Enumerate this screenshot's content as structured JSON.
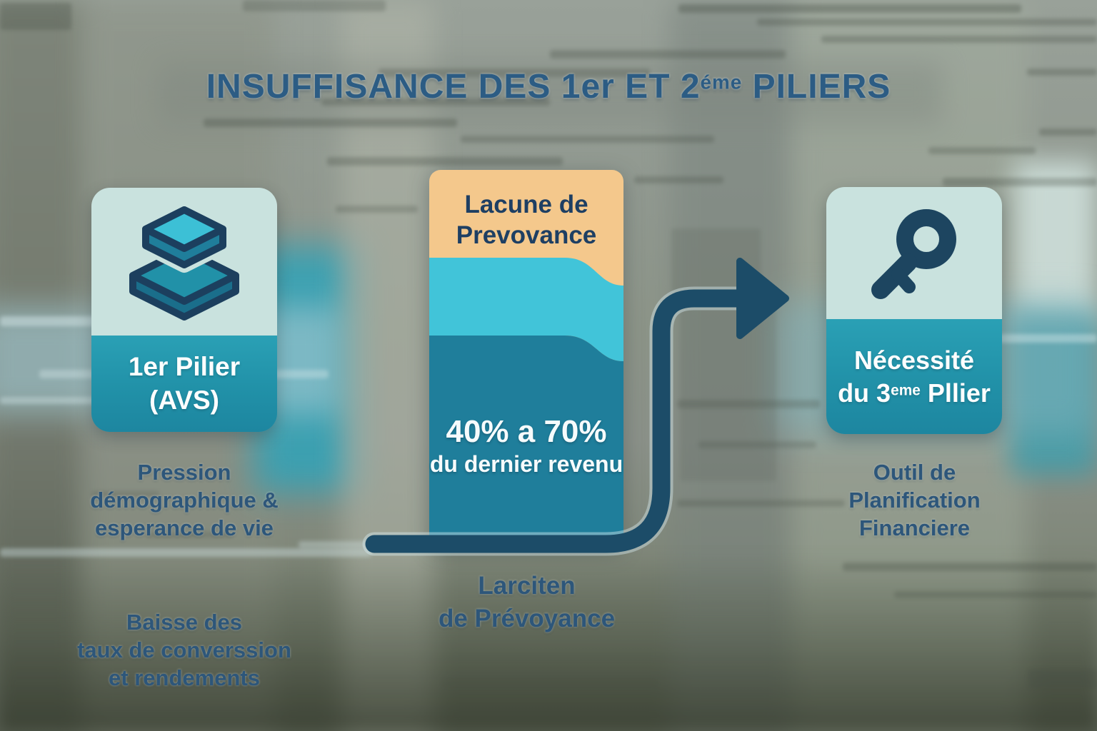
{
  "title": {
    "part1": "INSUFFISANCE DES 1er ET 2",
    "sup": "éme",
    "part2": " PILIERS"
  },
  "left_card": {
    "icon": "layers-icon",
    "line1": "1er Pilier",
    "line2": "(AVS)"
  },
  "left_caption_top": {
    "line1": "Pression",
    "line2": "démographique &",
    "line3": "esperance de vie"
  },
  "left_caption_bottom": {
    "line1": "Baisse des",
    "line2": "taux de converssion",
    "line3": "et rendements"
  },
  "gap_bar": {
    "top_label_line1": "Lacune de",
    "top_label_line2": "Prevovance",
    "pct_label": "40% a 70%",
    "sub_label": "du dernier revenu"
  },
  "gap_caption": {
    "line1": "Larciten",
    "line2": "de Prévoyance"
  },
  "right_card": {
    "icon": "key-icon",
    "line1": "Nécessité",
    "line2_pre": "du 3",
    "line2_sup": "eme",
    "line2_post": " Pllier"
  },
  "right_caption": {
    "line1": "Outil de",
    "line2": "Planification",
    "line3": "Financiere"
  },
  "colors": {
    "navy": "#1c4c68",
    "title_navy": "#2c5c84",
    "card_teal": "#2191a8",
    "card_mint": "#c9e2de",
    "bar_orange": "#f4c88c",
    "bar_cyan": "#41c4d9",
    "bar_dark_teal": "#1f7e9b",
    "background_olive": "#8b9388"
  }
}
